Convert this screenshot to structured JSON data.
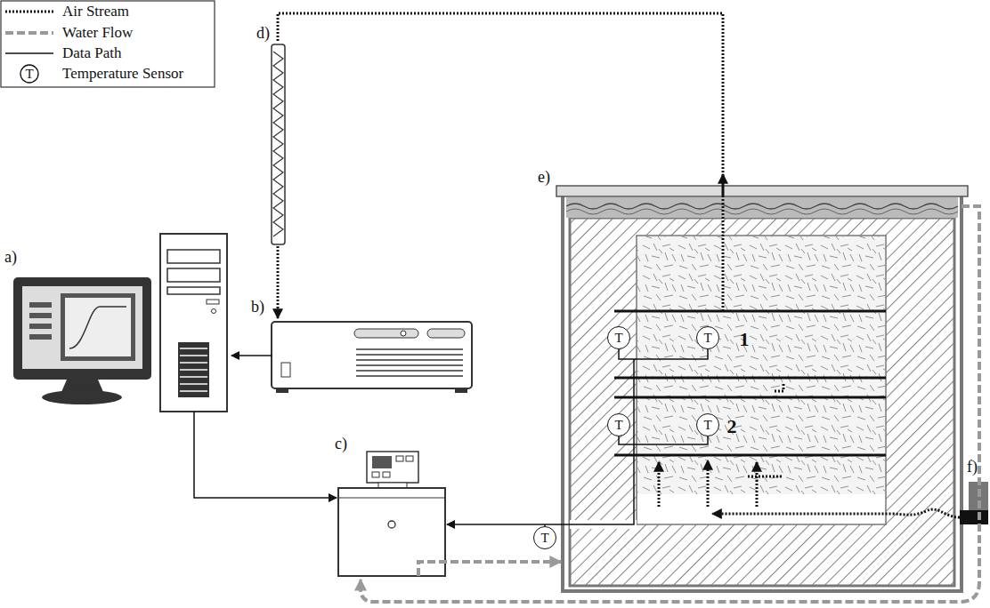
{
  "diagram": {
    "nodes": [
      {
        "text": [
          "T"
        ]
      },
      {
        "text": [
          "T"
        ]
      },
      {
        "text": [
          "T"
        ]
      },
      {
        "text": [
          "T"
        ]
      },
      {
        "text": [
          "T"
        ]
      }
    ],
    "labels": [
      "a)",
      "b)",
      "c)",
      "d)",
      "e)",
      "f)",
      "1",
      "2",
      "T"
    ],
    "legend": [
      {
        "text": "Air Stream"
      },
      {
        "text": "Water Flow"
      },
      {
        "text": "Data Path"
      },
      {
        "text": "Temperature Sensor"
      }
    ]
  }
}
